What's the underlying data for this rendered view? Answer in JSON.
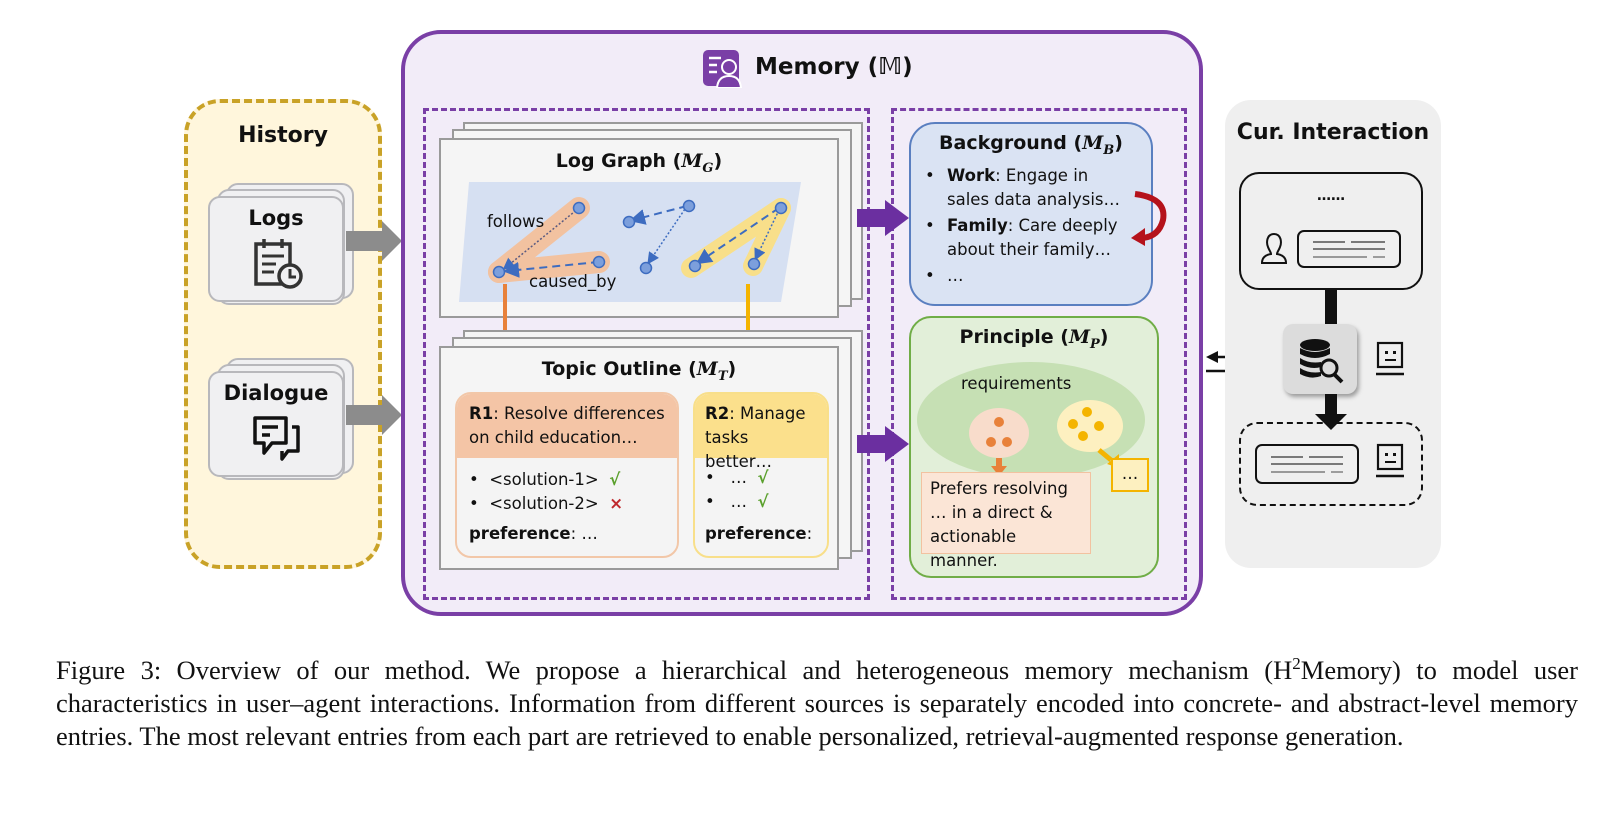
{
  "history": {
    "title": "History",
    "sources": [
      {
        "label": "Logs",
        "icon": "calendar-clock-icon"
      },
      {
        "label": "Dialogue",
        "icon": "chat-bubbles-icon"
      }
    ]
  },
  "memory": {
    "title": "Memory (𝕄)",
    "icon": "user-profile-icon",
    "log_graph": {
      "title_text": "Log Graph (",
      "title_math": "M",
      "title_sub": "G",
      "title_close": ")",
      "edge_labels": [
        "follows",
        "caused_by"
      ]
    },
    "topic_outline": {
      "title_text": "Topic Outline (",
      "title_math": "M",
      "title_sub": "T",
      "title_close": ")",
      "r1": {
        "key": "R1",
        "text": ": Resolve differences on child education…",
        "items": [
          {
            "text": "<solution-1>",
            "mark": "√"
          },
          {
            "text": "<solution-2>",
            "mark": "×"
          }
        ],
        "pref_key": "preference",
        "pref_val": ": …"
      },
      "r2": {
        "key": "R2",
        "text": ": Manage tasks better…",
        "items": [
          {
            "text": "…",
            "mark": "√"
          },
          {
            "text": "…",
            "mark": "√"
          }
        ],
        "pref_key": "preference",
        "pref_val": ": …"
      }
    },
    "background": {
      "title_text": "Background (",
      "title_math": "M",
      "title_sub": "B",
      "title_close": ")",
      "items": [
        {
          "key": "Work",
          "text": ": Engage in sales data analysis…"
        },
        {
          "key": "Family",
          "text": ": Care deeply about their family…"
        },
        {
          "key": "",
          "text": "…"
        }
      ]
    },
    "principle": {
      "title_text": "Principle (",
      "title_math": "M",
      "title_sub": "P",
      "title_close": ")",
      "cluster_label": "requirements",
      "statement": "Prefers resolving … in a direct & actionable manner.",
      "more": "…"
    }
  },
  "current_interaction": {
    "title": "Cur. Interaction",
    "dialogue_ellipsis": "……",
    "icons": [
      "user-icon",
      "database-search-icon",
      "agent-icon"
    ]
  },
  "caption": {
    "before": "Figure 3: Overview of our method. We propose a hierarchical and heterogeneous memory mechanism (H",
    "sup": "2",
    "after": "Memory) to model user characteristics in user–agent interactions. Information from different sources is separately encoded into concrete- and abstract-level memory entries. The most relevant entries from each part are retrieved to enable personalized, retrieval-augmented response generation."
  },
  "colors": {
    "purple": "#7a3fa6",
    "history_border": "#c9a227",
    "orange": "#e8813a",
    "yellow": "#f4b400",
    "green_check": "#5aa02c",
    "red_cross": "#c0282d",
    "background_blue": "#dde6f5",
    "principle_green": "#e2efd9"
  }
}
